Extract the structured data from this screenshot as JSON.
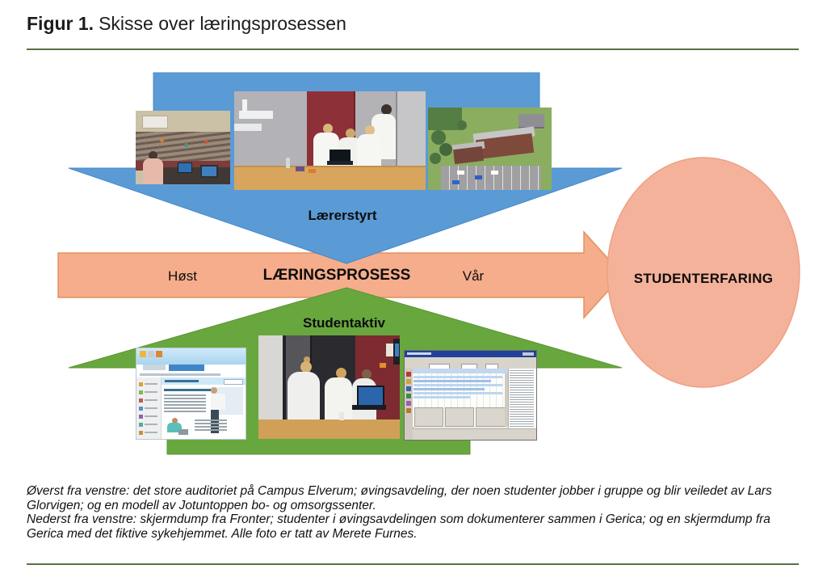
{
  "figure": {
    "label": "Figur 1.",
    "title": "Skisse over læringsprosessen"
  },
  "diagram": {
    "teacher_arrow_label": "Lærerstyrt",
    "student_arrow_label": "Studentaktiv",
    "process": {
      "left": "Høst",
      "center": "LÆRINGSPROSESS",
      "right": "Vår"
    },
    "outcome_label": "STUDENTERFARING"
  },
  "images": {
    "top": [
      {
        "name": "photo-auditorium",
        "alt": "Det store auditoriet på Campus Elverum"
      },
      {
        "name": "photo-ovingsavdeling",
        "alt": "Studenter jobber i gruppe og blir veiledet i øvingsavdelingen"
      },
      {
        "name": "photo-jotuntoppen-modell",
        "alt": "Modell av Jotuntoppen bo- og omsorgssenter"
      }
    ],
    "bottom": [
      {
        "name": "screenshot-fronter",
        "alt": "Skjermdump fra Fronter"
      },
      {
        "name": "photo-dokumenterer-gerica",
        "alt": "Studenter i øvingsavdelingen dokumenterer sammen i Gerica"
      },
      {
        "name": "screenshot-gerica",
        "alt": "Skjermdump fra Gerica med det fiktive sykehjemmet"
      }
    ]
  },
  "caption": {
    "lines": [
      "Øverst fra venstre: det store auditoriet på Campus Elverum; øvingsavdeling, der noen studenter jobber i gruppe og blir veiledet av Lars",
      "Glorvigen; og en modell av Jotuntoppen bo- og omsorgssenter.",
      "Nederst fra venstre: skjermdump fra Fronter; studenter i øvingsavdelingen som dokumenterer sammen i Gerica; og en skjermdump fra",
      "Gerica med det fiktive sykehjemmet. Alle foto er tatt av Merete Furnes."
    ]
  },
  "colors": {
    "arrow_blue": "#5b9bd5",
    "arrow_blue_stroke": "#4588c8",
    "arrow_green": "#68a73e",
    "arrow_green_stroke": "#599434",
    "band_orange": "#f5ad8b",
    "band_orange_stroke": "#e4925f",
    "ellipse_peach": "#f5b29a",
    "ellipse_stroke": "#eda084",
    "rule_green": "#567245"
  }
}
